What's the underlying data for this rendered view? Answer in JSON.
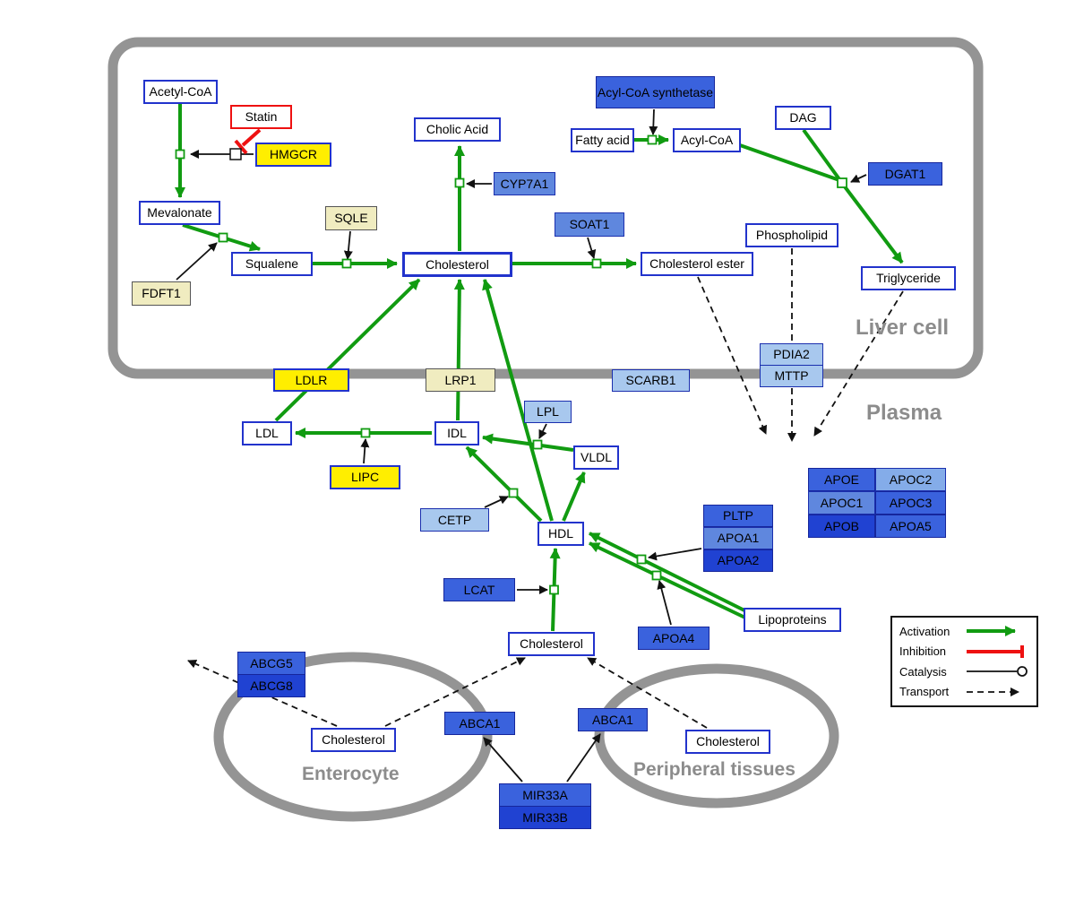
{
  "regions": {
    "liver": {
      "label": "Liver cell"
    },
    "plasma": {
      "label": "Plasma"
    },
    "enterocyte": {
      "label": "Enterocyte"
    },
    "peripheral": {
      "label": "Peripheral tissues"
    }
  },
  "nodes": {
    "acetyl_coa": {
      "label": "Acetyl-CoA"
    },
    "statin": {
      "label": "Statin"
    },
    "hmgcr": {
      "label": "HMGCR"
    },
    "mevalonate": {
      "label": "Mevalonate"
    },
    "sqle": {
      "label": "SQLE"
    },
    "fdft1": {
      "label": "FDFT1"
    },
    "squalene": {
      "label": "Squalene"
    },
    "cholesterol_liver": {
      "label": "Cholesterol"
    },
    "cholic_acid": {
      "label": "Cholic Acid"
    },
    "cyp7a1": {
      "label": "CYP7A1"
    },
    "acyl_coa_synthetase": {
      "label": "Acyl-CoA synthetase"
    },
    "fatty_acid": {
      "label": "Fatty acid"
    },
    "acyl_coa": {
      "label": "Acyl-CoA"
    },
    "dag": {
      "label": "DAG"
    },
    "dgat1": {
      "label": "DGAT1"
    },
    "soat1": {
      "label": "SOAT1"
    },
    "cholesterol_ester": {
      "label": "Cholesterol ester"
    },
    "phospholipid": {
      "label": "Phospholipid"
    },
    "triglyceride": {
      "label": "Triglyceride"
    },
    "ldlr": {
      "label": "LDLR"
    },
    "lrp1": {
      "label": "LRP1"
    },
    "scarb1": {
      "label": "SCARB1"
    },
    "pdia2": {
      "label": "PDIA2"
    },
    "mttp": {
      "label": "MTTP"
    },
    "ldl": {
      "label": "LDL"
    },
    "idl": {
      "label": "IDL"
    },
    "lpl": {
      "label": "LPL"
    },
    "vldl": {
      "label": "VLDL"
    },
    "lipc": {
      "label": "LIPC"
    },
    "cetp": {
      "label": "CETP"
    },
    "hdl": {
      "label": "HDL"
    },
    "pltp": {
      "label": "PLTP"
    },
    "apoa1": {
      "label": "APOA1"
    },
    "apoa2": {
      "label": "APOA2"
    },
    "lcat": {
      "label": "LCAT"
    },
    "apoa4": {
      "label": "APOA4"
    },
    "lipoproteins": {
      "label": "Lipoproteins"
    },
    "apoe": {
      "label": "APOE"
    },
    "apoc2": {
      "label": "APOC2"
    },
    "apoc1": {
      "label": "APOC1"
    },
    "apoc3": {
      "label": "APOC3"
    },
    "apob": {
      "label": "APOB"
    },
    "apoa5": {
      "label": "APOA5"
    },
    "cholesterol_plasma": {
      "label": "Cholesterol"
    },
    "abcg5": {
      "label": "ABCG5"
    },
    "abcg8": {
      "label": "ABCG8"
    },
    "cholesterol_enterocyte": {
      "label": "Cholesterol"
    },
    "abca1_enterocyte": {
      "label": "ABCA1"
    },
    "abca1_peripheral": {
      "label": "ABCA1"
    },
    "cholesterol_peripheral": {
      "label": "Cholesterol"
    },
    "mir33a": {
      "label": "MIR33A"
    },
    "mir33b": {
      "label": "MIR33B"
    }
  },
  "legend": {
    "items": [
      {
        "label": "Activation",
        "type": "activation"
      },
      {
        "label": "Inhibition",
        "type": "inhibition"
      },
      {
        "label": "Catalysis",
        "type": "catalysis"
      },
      {
        "label": "Transport",
        "type": "transport"
      }
    ]
  },
  "colors": {
    "activation": "#119b11",
    "inhibition": "#ee1111",
    "membrane": "#949494",
    "metabolite_border": "#2233cc",
    "gene_yellow": "#ffee00",
    "gene_pale_yellow": "#f0ecc0",
    "blue_light": "#a8c8ee",
    "blue_medium_light": "#84ace9",
    "blue_medium": "#5f87de",
    "blue_royal": "#3a62dd",
    "blue_dark": "#2042d2",
    "region_label": "#8c8c8c"
  }
}
